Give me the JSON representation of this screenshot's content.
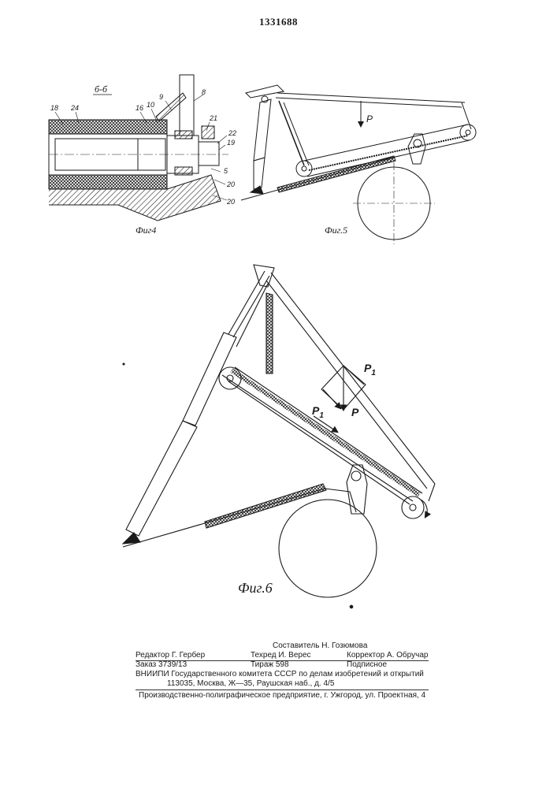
{
  "patent_number": "1331688",
  "fig4": {
    "caption": "Фиг4",
    "section_label": "б-б",
    "refs": {
      "r18": "18",
      "r24": "24",
      "r16": "16",
      "r10": "10",
      "r9": "9",
      "r8": "8",
      "r21": "21",
      "r22": "22",
      "r19": "19",
      "r5": "5",
      "r20a": "20",
      "r20b": "20"
    }
  },
  "fig5": {
    "caption": "Фиг.5",
    "force_label": "P"
  },
  "fig6": {
    "caption": "Фиг.6",
    "force_p1_top": "P",
    "force_p1_mid": "P",
    "subscript": "1",
    "force_p": "P"
  },
  "footer": {
    "compiler": "Составитель Н. Гозюмова",
    "editor": "Редактор Г. Гербер",
    "techred": "Техред И. Верес",
    "corrector": "Корректор А. Обручар",
    "order": "Заказ 3739/13",
    "circulation": "Тираж 598",
    "subscription": "Подписное",
    "org_line": "ВНИИПИ Государственного комитета СССР по делам изобретений и открытий",
    "address_line": "113035, Москва, Ж—35, Раушская наб., д. 4/5",
    "printing_line": "Производственно-полиграфическое предприятие, г. Ужгород, ул. Проектная, 4"
  }
}
